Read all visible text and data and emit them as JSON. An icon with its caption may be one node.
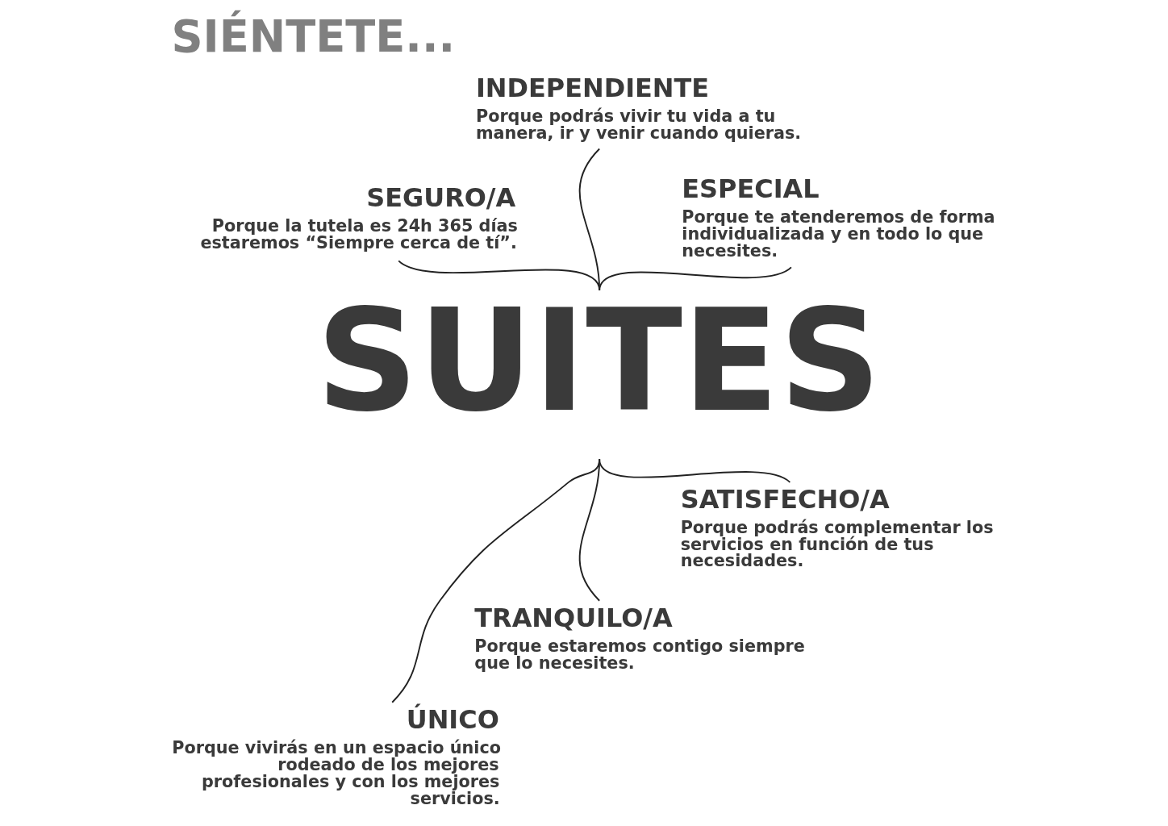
{
  "diagram": {
    "title": "SIÉNTETE...",
    "nodes": [
      {
        "text": [
          "SEGURO/A",
          "Porque la tutela es 24h 365 días estaremos “Siempre cerca de tí”."
        ]
      },
      {
        "text": [
          "INDEPENDIENTE",
          "Porque podrás vivir tu vida a tu manera, ir y venir cuando quieras."
        ]
      },
      {
        "text": [
          "ESPECIAL",
          "Porque te atenderemos de forma individualizada y en todo lo que necesites."
        ]
      },
      {
        "text": [
          "SUITES"
        ]
      },
      {
        "text": [
          "ÚNICO",
          "Porque vivirás en un espacio único rodeado de los mejores profesionales y con los mejores servicios."
        ]
      },
      {
        "text": [
          "TRANQUILO/A",
          "Porque estaremos contigo siempre que lo necesites."
        ]
      },
      {
        "text": [
          "SATISFECHO/A",
          "Porque podrás complementar los servicios en función de tus necesidades."
        ]
      }
    ],
    "edges": [
      {
        "from": 0,
        "to": 3,
        "arrow": "none"
      },
      {
        "from": 1,
        "to": 3,
        "arrow": "none"
      },
      {
        "from": 2,
        "to": 3,
        "arrow": "none"
      },
      {
        "from": 3,
        "to": 4,
        "arrow": "none"
      },
      {
        "from": 3,
        "to": 5,
        "arrow": "none"
      },
      {
        "from": 3,
        "to": 6,
        "arrow": "none"
      }
    ]
  }
}
